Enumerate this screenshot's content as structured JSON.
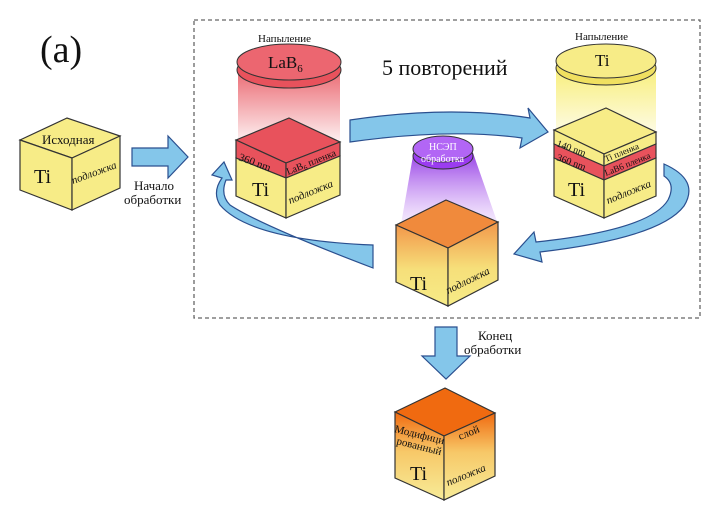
{
  "panel_label": "(a)",
  "loop_label": "5 повторений",
  "start": {
    "cube_top": "Исходная",
    "cube_front": "Ti",
    "cube_side": "подложка",
    "arrow_label_line1": "Начало",
    "arrow_label_line2": "обработки"
  },
  "step1": {
    "source_caption": "Напыление",
    "source_material": "LaB",
    "source_material_sub": "6",
    "film_thickness": "360 nm",
    "film_label": "LaB",
    "film_label_sub": "6",
    "film_label_tail": " пленка",
    "cube_front": "Ti",
    "cube_side": "подложка",
    "colors": {
      "film": "#e8525c",
      "substrate": "#f7ec87"
    }
  },
  "step2": {
    "source_caption": "Напыление",
    "source_material": "Ti",
    "top_thickness": "140 nm",
    "top_label": "Ti пленка",
    "mid_thickness": "360 nm",
    "mid_label": "LaB6 пленка",
    "cube_front": "Ti",
    "cube_side": "подложка"
  },
  "step3": {
    "source_line1": "НСЭП",
    "source_line2": "обработка",
    "cube_front": "Ti",
    "cube_side": "подложка",
    "colors": {
      "beam": "#9b3cf0",
      "cube_top": "#f08a3c"
    }
  },
  "end": {
    "arrow_label_line1": "Конец",
    "arrow_label_line2": "обработки",
    "cube_front_line1": "Модифици",
    "cube_front_line2": "рованный",
    "cube_side_top": "слой",
    "cube_front": "Ti",
    "cube_side": "положка"
  },
  "colors": {
    "arrow": "#84c6ea",
    "arrow_stroke": "#2a4f8f",
    "ti": "#f7ec87",
    "lab6": "#e8525c"
  }
}
